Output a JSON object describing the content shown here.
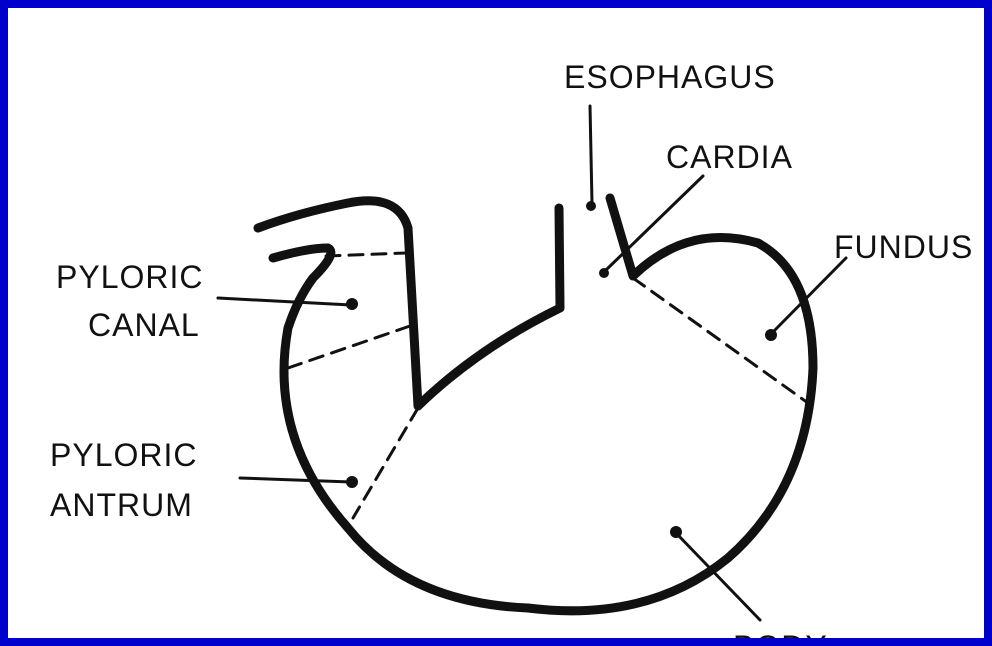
{
  "diagram": {
    "frame_color": "#0000cc",
    "ink_color": "#111111",
    "labels": {
      "esophagus": "ESOPHAGUS",
      "cardia": "CARDIA",
      "fundus": "FUNDUS",
      "pyloric_canal_line1": "PYLORIC",
      "pyloric_canal_line2": "CANAL",
      "pyloric_antrum_line1": "PYLORIC",
      "pyloric_antrum_line2": "ANTRUM",
      "body": "BODY"
    }
  }
}
